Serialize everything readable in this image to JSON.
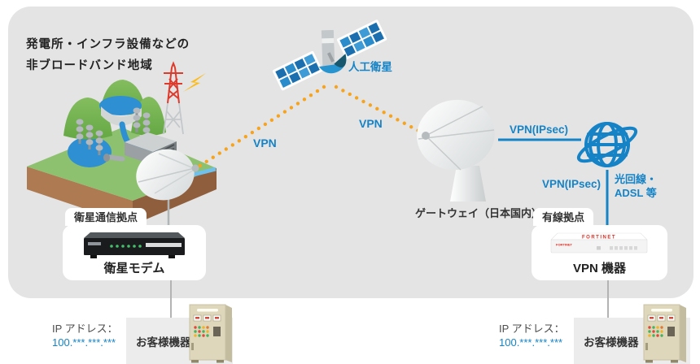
{
  "note": {
    "line1": "発電所・インフラ設備などの",
    "line2": "非ブロードバンド地域"
  },
  "satellite": {
    "label": "人工衛星"
  },
  "links": {
    "vpn_left": "VPN",
    "vpn_right": "VPN",
    "vpn_ipsec_horizontal": "VPN(IPsec)",
    "vpn_ipsec_vertical": "VPN(IPsec)",
    "access_line_1": "光回線・",
    "access_line_2": "ADSL 等"
  },
  "gateway": {
    "label": "ゲートウェイ（日本国内）"
  },
  "satellite_site": {
    "tab": "衛星通信拠点",
    "device": "衛星モデム",
    "customer": "お客様機器",
    "ip_label": "IP アドレス：",
    "ip_value": "100.***.***.***"
  },
  "wired_site": {
    "tab": "有線拠点",
    "device": "VPN 機器",
    "device_brand": "FORTINET",
    "customer": "お客様機器",
    "ip_label": "IP アドレス：",
    "ip_value": "100.***.***.***"
  },
  "colors": {
    "accent_blue": "#1583c6",
    "dot_orange": "#f6a41f",
    "bg_gray": "#e4e4e5",
    "panel_white": "#ffffff",
    "customer_gray": "#ececed",
    "text_dark": "#333333",
    "tower_red": "#dd3a2c",
    "lightning_yellow": "#fdbb17",
    "island_green": "#8dc06f",
    "water_blue": "#2e8fd2"
  }
}
